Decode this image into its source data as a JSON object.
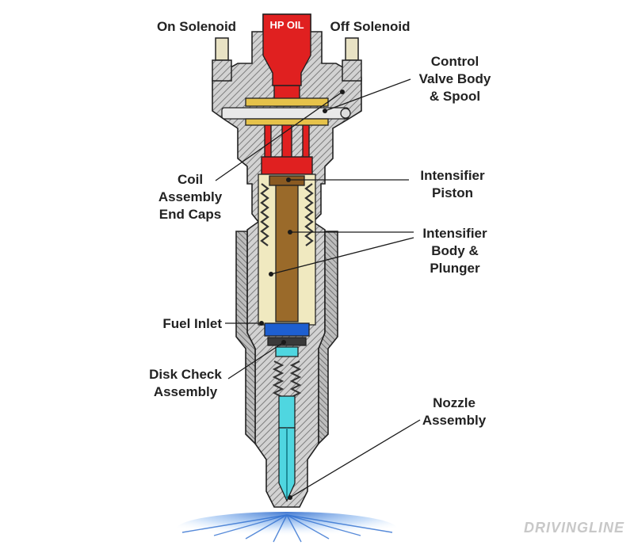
{
  "diagram": {
    "labels": {
      "on_solenoid": "On Solenoid",
      "hp_oil": "HP OIL",
      "off_solenoid": "Off Solenoid",
      "control_valve": [
        "Control",
        "Valve Body",
        "& Spool"
      ],
      "coil_assembly": [
        "Coil",
        "Assembly",
        "End Caps"
      ],
      "intensifier_piston": [
        "Intensifier",
        "Piston"
      ],
      "intensifier_body": [
        "Intensifier",
        "Body &",
        "Plunger"
      ],
      "fuel_inlet": "Fuel Inlet",
      "disk_check": [
        "Disk Check",
        "Assembly"
      ],
      "nozzle_assembly": [
        "Nozzle",
        "Assembly"
      ]
    },
    "watermark": "DRIVINGLINE",
    "colors": {
      "hp_oil": "#e02020",
      "body_hatch": "#8a8a8a",
      "body_fill": "#cfcfcf",
      "intensifier_interior": "#f0e9c0",
      "plunger": "#9a6a2a",
      "disk_check": "#1e5fd0",
      "nozzle_fluid": "#4fd6e0",
      "spray": "#3a7bd5"
    }
  }
}
